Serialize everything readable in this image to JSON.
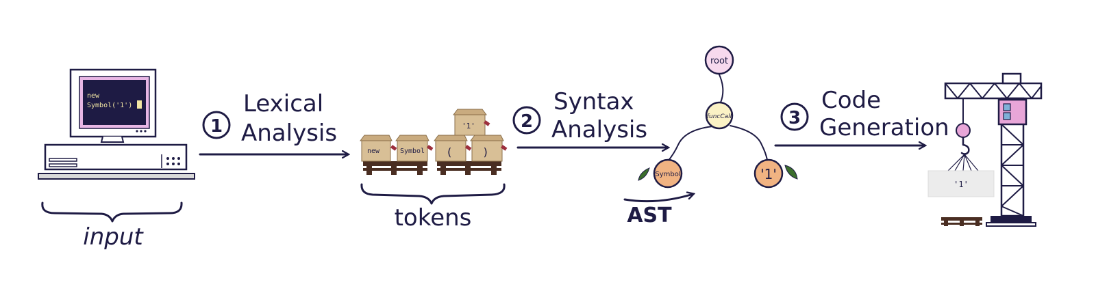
{
  "input": {
    "screen_line1": "new",
    "screen_line2": "Symbol('1')",
    "label": "input"
  },
  "steps": [
    {
      "number": "1",
      "line1": "Lexical",
      "line2": "Analysis"
    },
    {
      "number": "2",
      "line1": "Syntax",
      "line2": "Analysis"
    },
    {
      "number": "3",
      "line1": "Code",
      "line2": "Generation"
    }
  ],
  "tokens": {
    "items": [
      "new",
      "Symbol",
      "(",
      ")",
      "'1'"
    ],
    "label": "tokens"
  },
  "ast": {
    "root": "root",
    "call": "funcCall",
    "left": "Symbol",
    "right": "'1'",
    "label": "AST"
  },
  "output": {
    "sign": "'1'"
  },
  "colors": {
    "ink": "#1e1b44",
    "box": "#d8bf96",
    "pallet": "#4a2e22",
    "screen_frame": "#e8b7e5",
    "root_node": "#f7d9ee",
    "call_node": "#fbf2c5",
    "leaf_node": "#f1b382",
    "crane_cabin": "#e8a6d8"
  }
}
